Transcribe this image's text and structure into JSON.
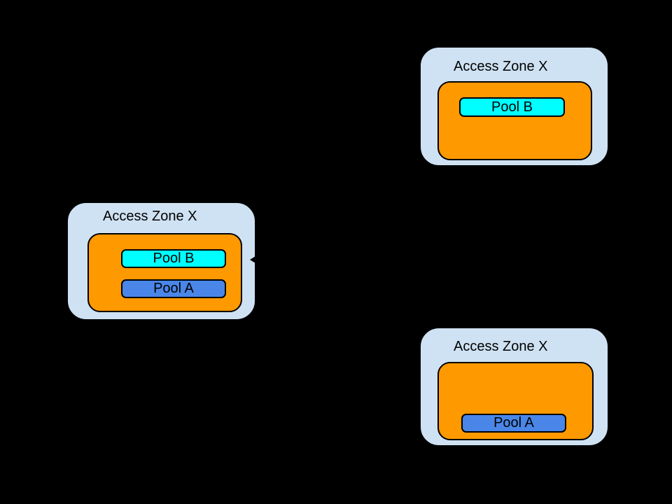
{
  "canvas": {
    "background": "#000000"
  },
  "palette": {
    "zone_fill": "#CFE2F3",
    "group_fill": "#FF9900",
    "pool_b_fill": "#00FFFF",
    "pool_a_fill": "#4A86E8",
    "outline": "#000000",
    "text": "#000000"
  },
  "zones": [
    {
      "id": "top-right",
      "title": "Access Zone X",
      "pools": [
        {
          "label": "Pool B"
        }
      ]
    },
    {
      "id": "middle-left",
      "title": "Access Zone X",
      "pools": [
        {
          "label": "Pool B"
        },
        {
          "label": "Pool A"
        }
      ]
    },
    {
      "id": "bottom-right",
      "title": "Access Zone X",
      "pools": [
        {
          "label": "Pool A"
        }
      ]
    }
  ],
  "icons": {
    "connector_arrowhead": "left-pointing-triangle"
  }
}
